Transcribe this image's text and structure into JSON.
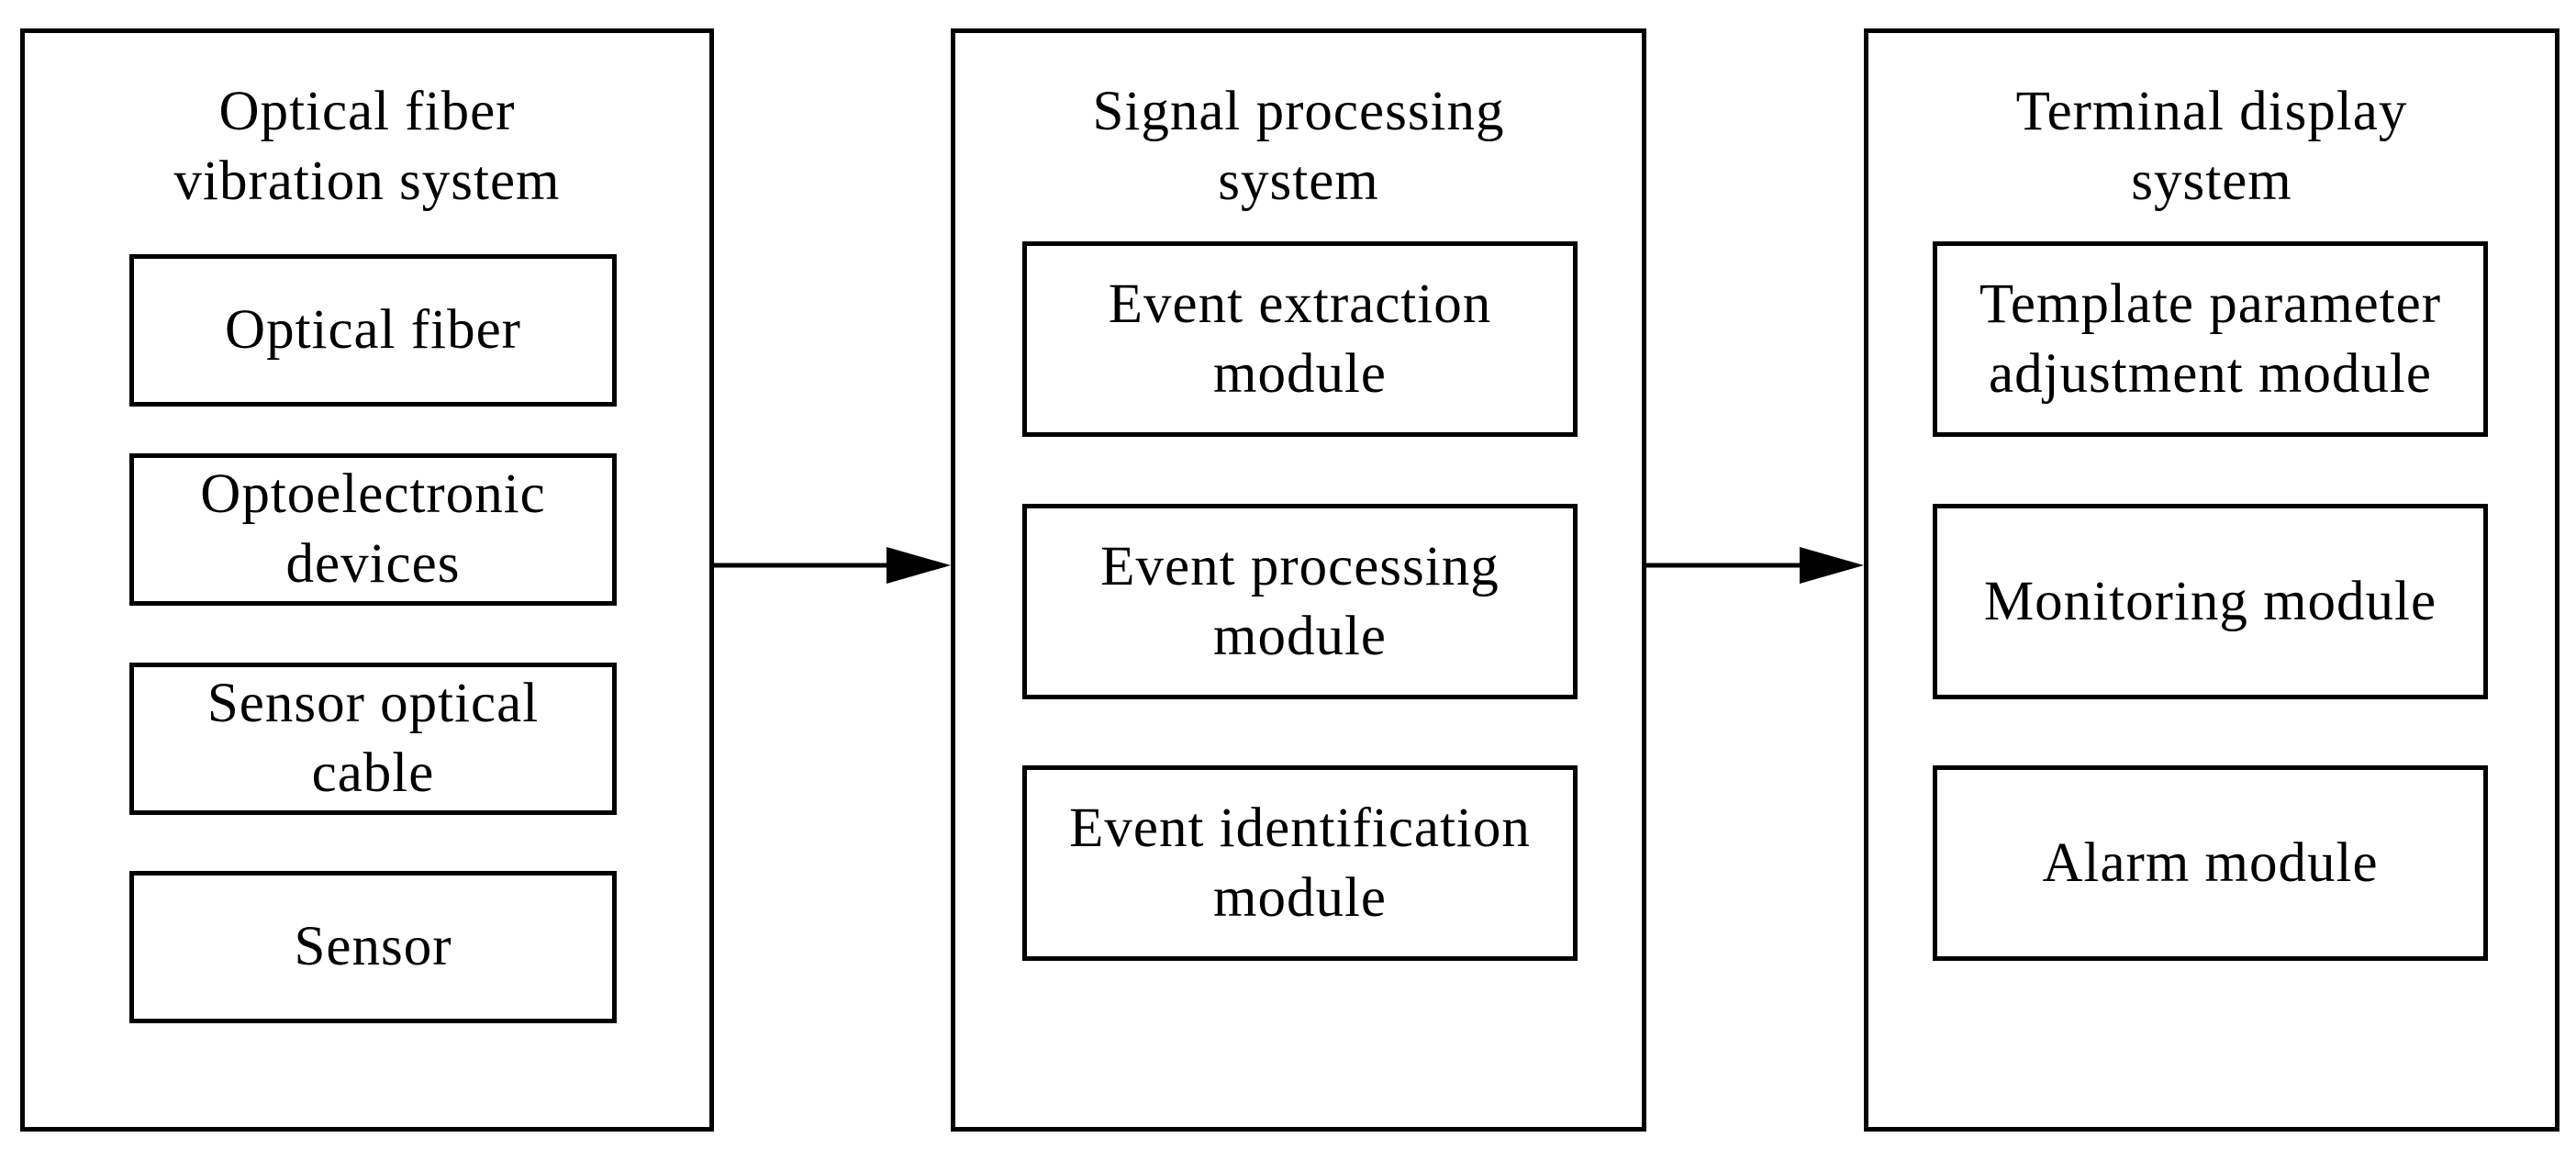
{
  "systems": {
    "optical": {
      "title": "Optical fiber\nvibration system",
      "modules": [
        "Optical fiber",
        "Optoelectronic\ndevices",
        "Sensor optical\ncable",
        "Sensor"
      ]
    },
    "signal": {
      "title": "Signal processing\nsystem",
      "modules": [
        "Event extraction\nmodule",
        "Event processing\nmodule",
        "Event identification\nmodule"
      ]
    },
    "terminal": {
      "title": "Terminal display\nsystem",
      "modules": [
        "Template parameter\nadjustment module",
        "Monitoring module",
        "Alarm module"
      ]
    }
  },
  "flow": [
    {
      "from": "Optical fiber vibration system",
      "to": "Signal processing system"
    },
    {
      "from": "Signal processing system",
      "to": "Terminal display system"
    }
  ]
}
